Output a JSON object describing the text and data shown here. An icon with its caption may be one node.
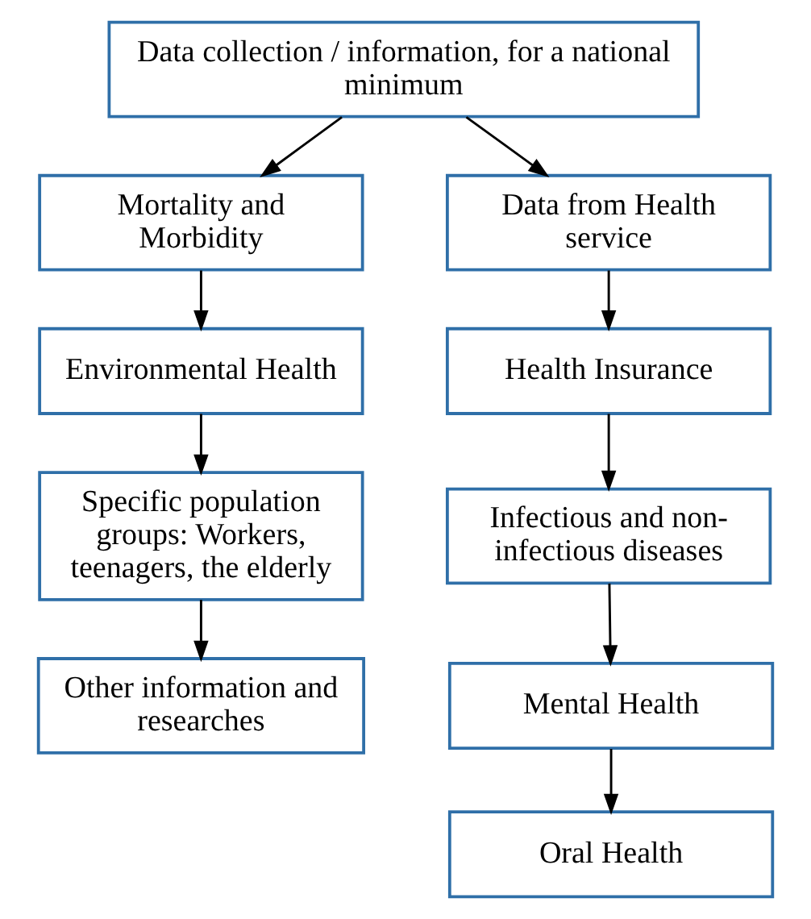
{
  "diagram": {
    "nodes": [
      {
        "text": [
          "Data collection / information, for a national minimum"
        ]
      },
      {
        "text": [
          "Mortality and Morbidity"
        ]
      },
      {
        "text": [
          "Environmental Health"
        ]
      },
      {
        "text": [
          "Specific population groups: Workers, teenagers, the elderly"
        ]
      },
      {
        "text": [
          "Other information and researches"
        ]
      },
      {
        "text": [
          "Data from Health service"
        ]
      },
      {
        "text": [
          "Health Insurance"
        ]
      },
      {
        "text": [
          "Infectious and non-infectious diseases"
        ]
      },
      {
        "text": [
          "Mental Health"
        ]
      },
      {
        "text": [
          "Oral Health"
        ]
      }
    ],
    "edges": [
      {
        "from": 0,
        "to": 1,
        "arrow": "to"
      },
      {
        "from": 0,
        "to": 5,
        "arrow": "to"
      },
      {
        "from": 1,
        "to": 2,
        "arrow": "to"
      },
      {
        "from": 2,
        "to": 3,
        "arrow": "to"
      },
      {
        "from": 3,
        "to": 4,
        "arrow": "to"
      },
      {
        "from": 5,
        "to": 6,
        "arrow": "to"
      },
      {
        "from": 6,
        "to": 7,
        "arrow": "to"
      },
      {
        "from": 7,
        "to": 8,
        "arrow": "to"
      },
      {
        "from": 8,
        "to": 9,
        "arrow": "to"
      }
    ]
  }
}
